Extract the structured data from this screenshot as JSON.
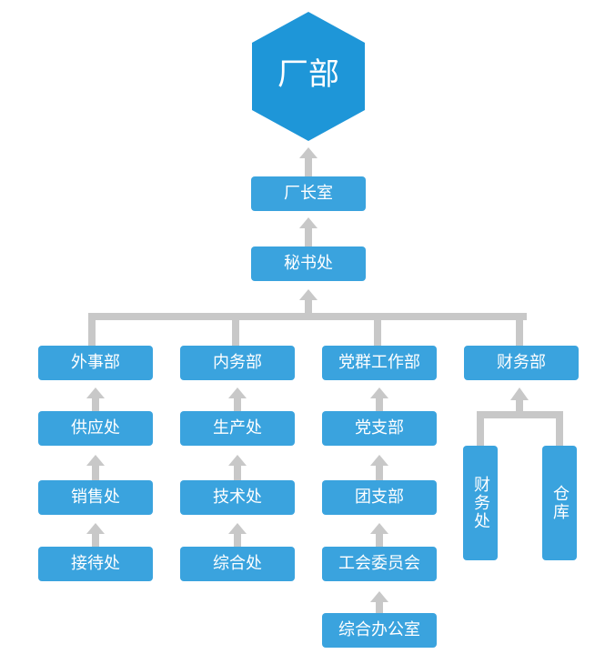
{
  "top": {
    "label": "厂部"
  },
  "chain": [
    "厂长室",
    "秘书处"
  ],
  "departments": [
    {
      "name": "外事部",
      "children": [
        "供应处",
        "销售处",
        "接待处"
      ]
    },
    {
      "name": "内务部",
      "children": [
        "生产处",
        "技术处",
        "综合处"
      ]
    },
    {
      "name": "党群工作部",
      "children": [
        "党支部",
        "团支部",
        "工会委员会",
        "综合办公室"
      ]
    },
    {
      "name": "财务部",
      "children": [
        "财务处",
        "仓库"
      ]
    }
  ],
  "colors": {
    "node": "#3aa3de",
    "hexagon": "#1e96d8",
    "connector": "#c8c8c8"
  }
}
